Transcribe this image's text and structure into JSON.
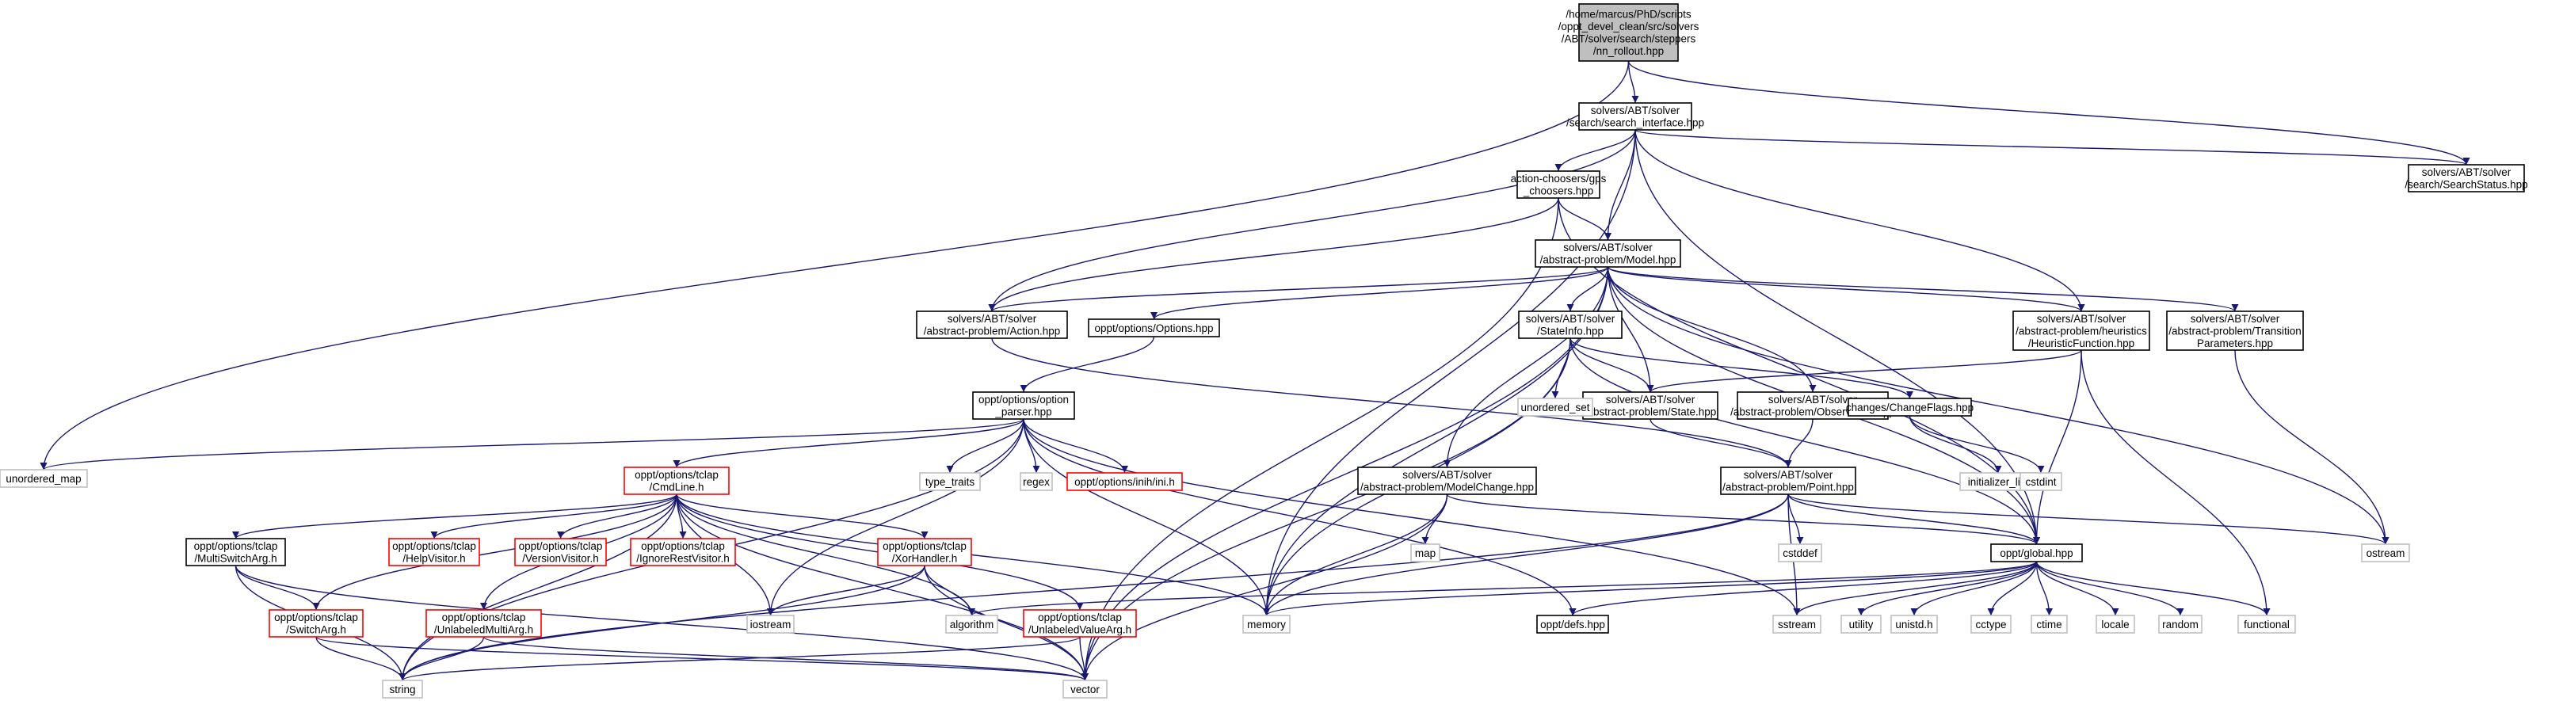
{
  "nodes": [
    {
      "id": "root",
      "lines": [
        "/home/marcus/PhD/scripts",
        "/oppt_devel_clean/src/solvers",
        "/ABT/solver/search/steppers",
        "/nn_rollout.hpp"
      ],
      "style": "root"
    },
    {
      "id": "search_interface",
      "lines": [
        "solvers/ABT/solver",
        "/search/search_interface.hpp"
      ],
      "style": "normal"
    },
    {
      "id": "search_status",
      "lines": [
        "solvers/ABT/solver",
        "/search/SearchStatus.hpp"
      ],
      "style": "normal"
    },
    {
      "id": "action_choosers",
      "lines": [
        "action-choosers/gps",
        "_choosers.hpp"
      ],
      "style": "normal"
    },
    {
      "id": "model",
      "lines": [
        "solvers/ABT/solver",
        "/abstract-problem/Model.hpp"
      ],
      "style": "normal"
    },
    {
      "id": "action",
      "lines": [
        "solvers/ABT/solver",
        "/abstract-problem/Action.hpp"
      ],
      "style": "normal"
    },
    {
      "id": "options",
      "lines": [
        "oppt/options/Options.hpp"
      ],
      "style": "normal"
    },
    {
      "id": "stateinfo",
      "lines": [
        "solvers/ABT/solver",
        "/StateInfo.hpp"
      ],
      "style": "normal"
    },
    {
      "id": "heuristic",
      "lines": [
        "solvers/ABT/solver",
        "/abstract-problem/heuristics",
        "/HeuristicFunction.hpp"
      ],
      "style": "normal"
    },
    {
      "id": "transition",
      "lines": [
        "solvers/ABT/solver",
        "/abstract-problem/Transition",
        "Parameters.hpp"
      ],
      "style": "normal"
    },
    {
      "id": "option_parser",
      "lines": [
        "oppt/options/option",
        "_parser.hpp"
      ],
      "style": "normal"
    },
    {
      "id": "state",
      "lines": [
        "solvers/ABT/solver",
        "/abstract-problem/State.hpp"
      ],
      "style": "normal"
    },
    {
      "id": "observation",
      "lines": [
        "solvers/ABT/solver",
        "/abstract-problem/Observation.hpp"
      ],
      "style": "normal"
    },
    {
      "id": "changeflags",
      "lines": [
        "changes/ChangeFlags.hpp"
      ],
      "style": "normal"
    },
    {
      "id": "unordered_set",
      "lines": [
        "unordered_set"
      ],
      "style": "std"
    },
    {
      "id": "unordered_map",
      "lines": [
        "unordered_map"
      ],
      "style": "std"
    },
    {
      "id": "cmdline",
      "lines": [
        "oppt/options/tclap",
        "/CmdLine.h"
      ],
      "style": "red"
    },
    {
      "id": "type_traits",
      "lines": [
        "type_traits"
      ],
      "style": "std"
    },
    {
      "id": "regex",
      "lines": [
        "regex"
      ],
      "style": "std"
    },
    {
      "id": "ini",
      "lines": [
        "oppt/options/inih/ini.h"
      ],
      "style": "red"
    },
    {
      "id": "modelchange",
      "lines": [
        "solvers/ABT/solver",
        "/abstract-problem/ModelChange.hpp"
      ],
      "style": "normal"
    },
    {
      "id": "point",
      "lines": [
        "solvers/ABT/solver",
        "/abstract-problem/Point.hpp"
      ],
      "style": "normal"
    },
    {
      "id": "initializer_list",
      "lines": [
        "initializer_list"
      ],
      "style": "std"
    },
    {
      "id": "cstdint",
      "lines": [
        "cstdint"
      ],
      "style": "std"
    },
    {
      "id": "multiswitch",
      "lines": [
        "oppt/options/tclap",
        "/MultiSwitchArg.h"
      ],
      "style": "normal"
    },
    {
      "id": "helpvisitor",
      "lines": [
        "oppt/options/tclap",
        "/HelpVisitor.h"
      ],
      "style": "red"
    },
    {
      "id": "versionvisitor",
      "lines": [
        "oppt/options/tclap",
        "/VersionVisitor.h"
      ],
      "style": "red"
    },
    {
      "id": "ignorerest",
      "lines": [
        "oppt/options/tclap",
        "/IgnoreRestVisitor.h"
      ],
      "style": "red"
    },
    {
      "id": "xorhandler",
      "lines": [
        "oppt/options/tclap",
        "/XorHandler.h"
      ],
      "style": "red"
    },
    {
      "id": "map",
      "lines": [
        "map"
      ],
      "style": "std"
    },
    {
      "id": "cstddef",
      "lines": [
        "cstddef"
      ],
      "style": "std"
    },
    {
      "id": "global",
      "lines": [
        "oppt/global.hpp"
      ],
      "style": "normal"
    },
    {
      "id": "ostream",
      "lines": [
        "ostream"
      ],
      "style": "std"
    },
    {
      "id": "switcharg",
      "lines": [
        "oppt/options/tclap",
        "/SwitchArg.h"
      ],
      "style": "red"
    },
    {
      "id": "unlabeledmulti",
      "lines": [
        "oppt/options/tclap",
        "/UnlabeledMultiArg.h"
      ],
      "style": "red"
    },
    {
      "id": "unlabeledvalue",
      "lines": [
        "oppt/options/tclap",
        "/UnlabeledValueArg.h"
      ],
      "style": "red"
    },
    {
      "id": "iostream",
      "lines": [
        "iostream"
      ],
      "style": "std"
    },
    {
      "id": "algorithm",
      "lines": [
        "algorithm"
      ],
      "style": "std"
    },
    {
      "id": "memory",
      "lines": [
        "memory"
      ],
      "style": "std"
    },
    {
      "id": "defs",
      "lines": [
        "oppt/defs.hpp"
      ],
      "style": "normal"
    },
    {
      "id": "sstream",
      "lines": [
        "sstream"
      ],
      "style": "std"
    },
    {
      "id": "utility",
      "lines": [
        "utility"
      ],
      "style": "std"
    },
    {
      "id": "unistd",
      "lines": [
        "unistd.h"
      ],
      "style": "std"
    },
    {
      "id": "cctype",
      "lines": [
        "cctype"
      ],
      "style": "std"
    },
    {
      "id": "ctime",
      "lines": [
        "ctime"
      ],
      "style": "std"
    },
    {
      "id": "locale",
      "lines": [
        "locale"
      ],
      "style": "std"
    },
    {
      "id": "random",
      "lines": [
        "random"
      ],
      "style": "std"
    },
    {
      "id": "functional",
      "lines": [
        "functional"
      ],
      "style": "std"
    },
    {
      "id": "string",
      "lines": [
        "string"
      ],
      "style": "std"
    },
    {
      "id": "vector",
      "lines": [
        "vector"
      ],
      "style": "std"
    }
  ],
  "edges": [
    [
      "root",
      "search_interface"
    ],
    [
      "root",
      "search_status"
    ],
    [
      "root",
      "unordered_map"
    ],
    [
      "search_interface",
      "search_status"
    ],
    [
      "search_interface",
      "action_choosers"
    ],
    [
      "search_interface",
      "model"
    ],
    [
      "search_interface",
      "action"
    ],
    [
      "search_interface",
      "heuristic"
    ],
    [
      "search_interface",
      "global"
    ],
    [
      "search_interface",
      "memory"
    ],
    [
      "action_choosers",
      "model"
    ],
    [
      "action_choosers",
      "action"
    ],
    [
      "action_choosers",
      "global"
    ],
    [
      "action_choosers",
      "vector"
    ],
    [
      "model",
      "action"
    ],
    [
      "model",
      "options"
    ],
    [
      "model",
      "stateinfo"
    ],
    [
      "model",
      "heuristic"
    ],
    [
      "model",
      "transition"
    ],
    [
      "model",
      "state"
    ],
    [
      "model",
      "observation"
    ],
    [
      "model",
      "modelchange"
    ],
    [
      "model",
      "memory"
    ],
    [
      "model",
      "global"
    ],
    [
      "model",
      "ostream"
    ],
    [
      "model",
      "vector"
    ],
    [
      "action",
      "point"
    ],
    [
      "options",
      "option_parser"
    ],
    [
      "stateinfo",
      "state"
    ],
    [
      "stateinfo",
      "changeflags"
    ],
    [
      "stateinfo",
      "unordered_set"
    ],
    [
      "stateinfo",
      "memory"
    ],
    [
      "stateinfo",
      "global"
    ],
    [
      "stateinfo",
      "vector"
    ],
    [
      "heuristic",
      "state"
    ],
    [
      "heuristic",
      "global"
    ],
    [
      "heuristic",
      "functional"
    ],
    [
      "transition",
      "ostream"
    ],
    [
      "option_parser",
      "unordered_map"
    ],
    [
      "option_parser",
      "cmdline"
    ],
    [
      "option_parser",
      "type_traits"
    ],
    [
      "option_parser",
      "regex"
    ],
    [
      "option_parser",
      "ini"
    ],
    [
      "option_parser",
      "iostream"
    ],
    [
      "option_parser",
      "memory"
    ],
    [
      "option_parser",
      "defs"
    ],
    [
      "option_parser",
      "sstream"
    ],
    [
      "option_parser",
      "string"
    ],
    [
      "state",
      "point"
    ],
    [
      "observation",
      "point"
    ],
    [
      "changeflags",
      "initializer_list"
    ],
    [
      "changeflags",
      "cstdint"
    ],
    [
      "cmdline",
      "multiswitch"
    ],
    [
      "cmdline",
      "helpvisitor"
    ],
    [
      "cmdline",
      "versionvisitor"
    ],
    [
      "cmdline",
      "ignorerest"
    ],
    [
      "cmdline",
      "xorhandler"
    ],
    [
      "cmdline",
      "switcharg"
    ],
    [
      "cmdline",
      "unlabeledmulti"
    ],
    [
      "cmdline",
      "unlabeledvalue"
    ],
    [
      "cmdline",
      "iostream"
    ],
    [
      "cmdline",
      "algorithm"
    ],
    [
      "cmdline",
      "memory"
    ],
    [
      "cmdline",
      "string"
    ],
    [
      "cmdline",
      "vector"
    ],
    [
      "modelchange",
      "map"
    ],
    [
      "modelchange",
      "memory"
    ],
    [
      "modelchange",
      "global"
    ],
    [
      "modelchange",
      "vector"
    ],
    [
      "point",
      "cstddef"
    ],
    [
      "point",
      "global"
    ],
    [
      "point",
      "memory"
    ],
    [
      "point",
      "ostream"
    ],
    [
      "point",
      "sstream"
    ],
    [
      "point",
      "string"
    ],
    [
      "multiswitch",
      "switcharg"
    ],
    [
      "multiswitch",
      "string"
    ],
    [
      "multiswitch",
      "vector"
    ],
    [
      "xorhandler",
      "iostream"
    ],
    [
      "xorhandler",
      "algorithm"
    ],
    [
      "xorhandler",
      "string"
    ],
    [
      "xorhandler",
      "vector"
    ],
    [
      "switcharg",
      "string"
    ],
    [
      "switcharg",
      "vector"
    ],
    [
      "unlabeledmulti",
      "string"
    ],
    [
      "unlabeledmulti",
      "vector"
    ],
    [
      "unlabeledvalue",
      "string"
    ],
    [
      "unlabeledvalue",
      "vector"
    ],
    [
      "global",
      "algorithm"
    ],
    [
      "global",
      "memory"
    ],
    [
      "global",
      "defs"
    ],
    [
      "global",
      "sstream"
    ],
    [
      "global",
      "utility"
    ],
    [
      "global",
      "unistd"
    ],
    [
      "global",
      "cctype"
    ],
    [
      "global",
      "ctime"
    ],
    [
      "global",
      "locale"
    ],
    [
      "global",
      "random"
    ],
    [
      "global",
      "functional"
    ]
  ],
  "colors": {
    "edge": "#191970",
    "root_fill": "#bfbfbf",
    "node_border": "#000000",
    "red_border": "#ff0000",
    "std_border": "#bfbfbf",
    "fill": "#ffffff"
  }
}
